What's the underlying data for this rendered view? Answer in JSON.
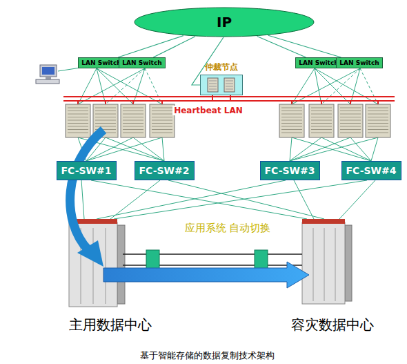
{
  "diagram": {
    "caption": "基于智能存储的数据复制技术架构",
    "nodes": [
      {
        "text": [
          "IP"
        ]
      },
      {
        "text": [
          "LAN Switch"
        ]
      },
      {
        "text": [
          "LAN Switch"
        ]
      },
      {
        "text": [
          "仲裁节点"
        ]
      },
      {
        "text": [
          "LAN Switch"
        ]
      },
      {
        "text": [
          "LAN Switch"
        ]
      },
      {
        "text": [
          "FC-SW#1"
        ]
      },
      {
        "text": [
          "FC-SW#2"
        ]
      },
      {
        "text": [
          "FC-SW#3"
        ]
      },
      {
        "text": [
          "FC-SW#4"
        ]
      }
    ],
    "edges": [
      {
        "from": 0,
        "to": 1,
        "arrow": "none"
      },
      {
        "from": 0,
        "to": 2,
        "arrow": "none"
      },
      {
        "from": 0,
        "to": 3,
        "arrow": "none"
      },
      {
        "from": 0,
        "to": 4,
        "arrow": "none"
      },
      {
        "from": 0,
        "to": 5,
        "arrow": "none"
      }
    ],
    "labels": [
      "Heartbeat LAN",
      "应用系统 自动切换",
      "主用数据中心",
      "容灾数据中心"
    ]
  }
}
